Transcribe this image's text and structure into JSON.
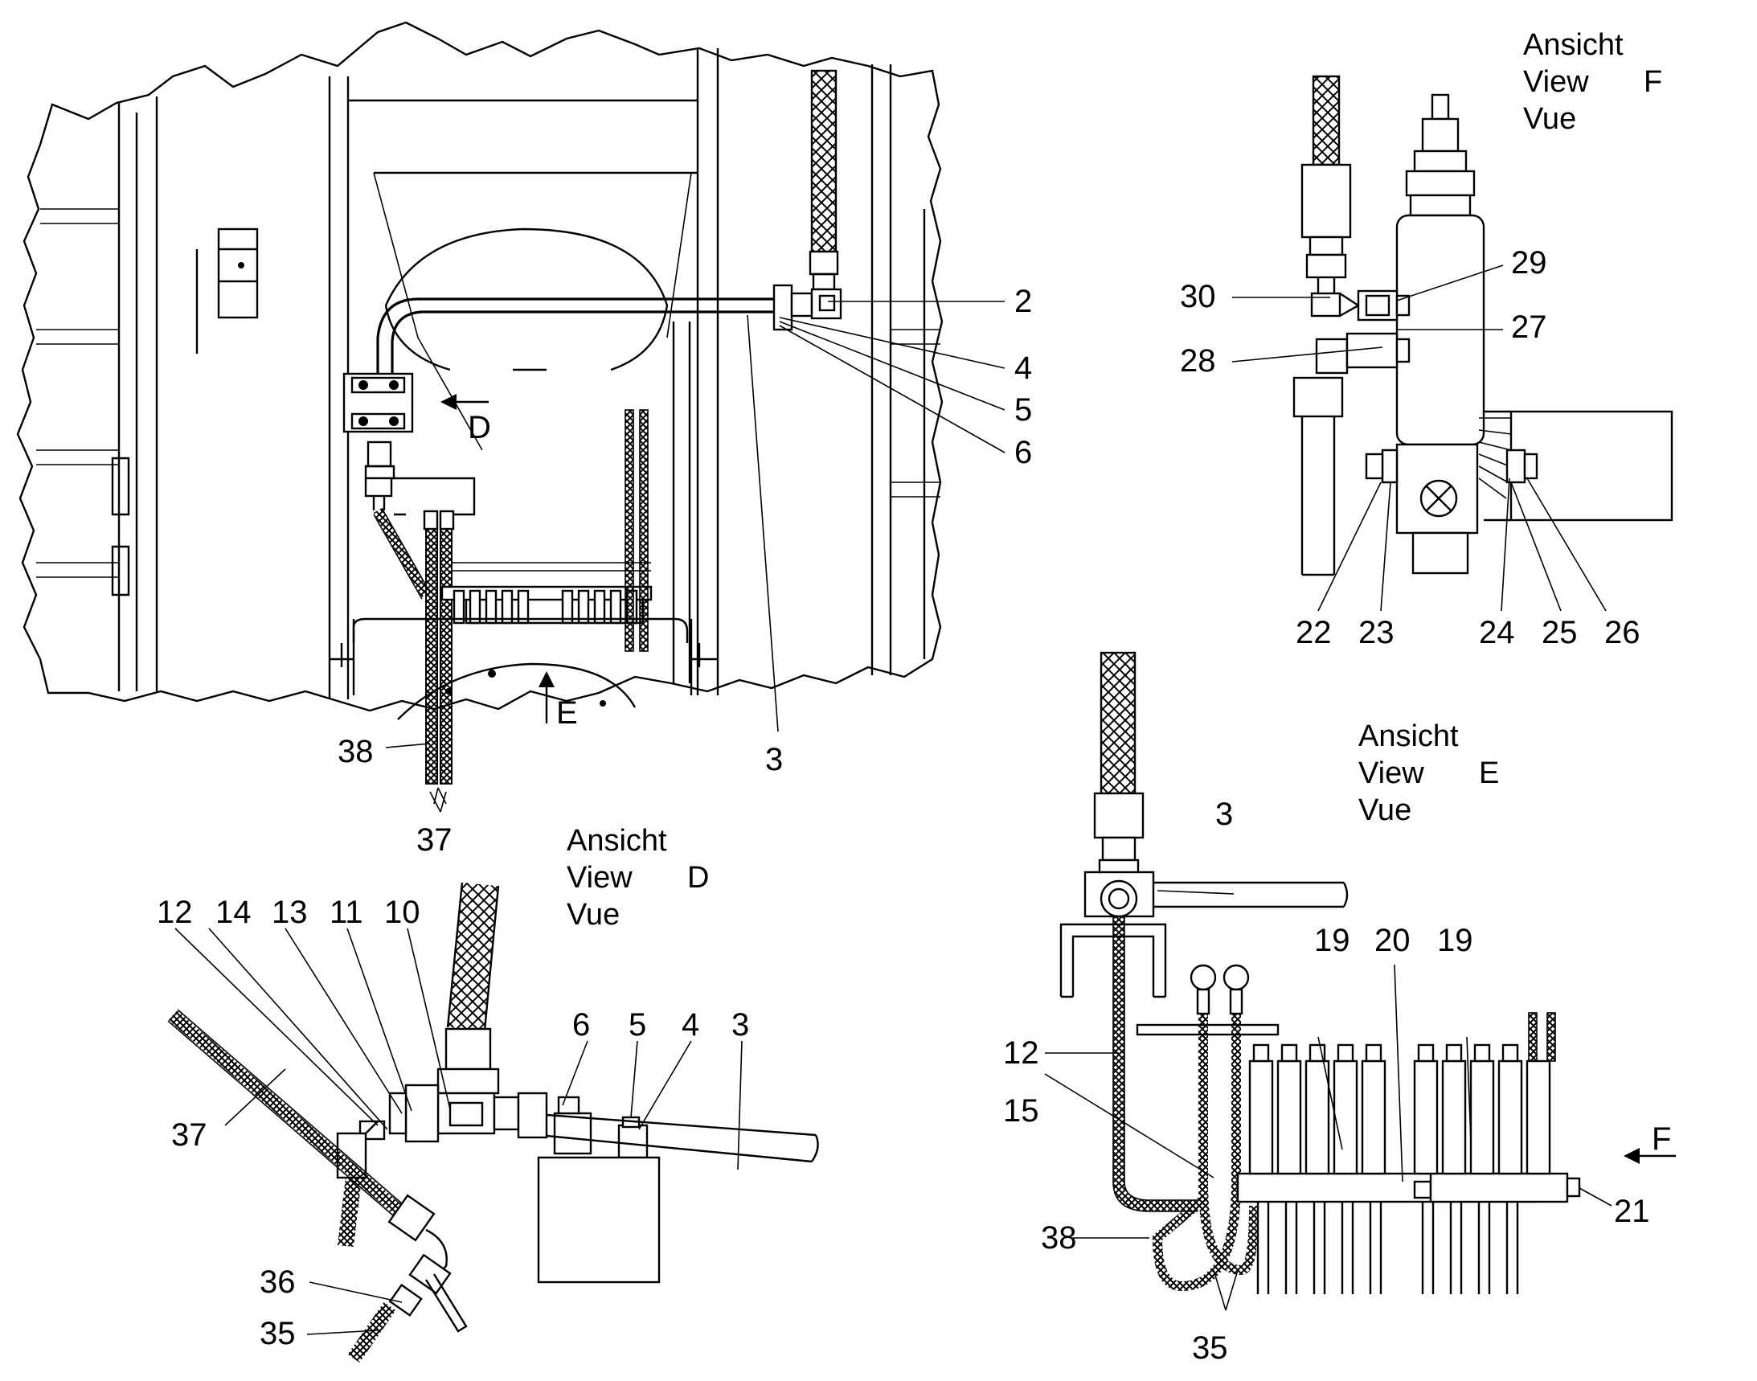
{
  "view_titles": [
    {
      "line1": "Ansicht",
      "line2": "View",
      "letter": "F",
      "line3": "Vue"
    },
    {
      "line1": "Ansicht",
      "line2": "View",
      "letter": "E",
      "line3": "Vue"
    },
    {
      "line1": "Ansicht",
      "line2": "View",
      "letter": "D",
      "line3": "Vue"
    }
  ],
  "view_markers": {
    "d": "D",
    "e": "E",
    "f": "F"
  },
  "callouts": {
    "main": [
      "2",
      "4",
      "5",
      "6",
      "3",
      "38",
      "37"
    ],
    "view_f": [
      "29",
      "30",
      "27",
      "28",
      "22",
      "23",
      "24",
      "25",
      "26"
    ],
    "view_e": [
      "3",
      "19",
      "20",
      "19",
      "12",
      "15",
      "38",
      "35",
      "21"
    ],
    "view_d": [
      "12",
      "14",
      "13",
      "11",
      "10",
      "6",
      "5",
      "4",
      "3",
      "37",
      "36",
      "35"
    ]
  }
}
